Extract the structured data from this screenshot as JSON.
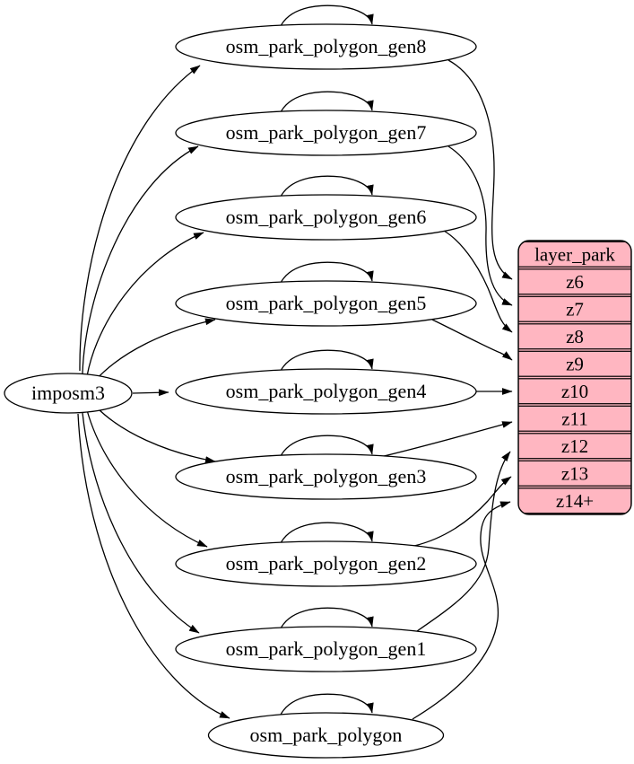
{
  "diagram_type": "etl-dependency-graph",
  "source_node": {
    "label": "imposm3"
  },
  "table_nodes": [
    {
      "label": "osm_park_polygon_gen8"
    },
    {
      "label": "osm_park_polygon_gen7"
    },
    {
      "label": "osm_park_polygon_gen6"
    },
    {
      "label": "osm_park_polygon_gen5"
    },
    {
      "label": "osm_park_polygon_gen4"
    },
    {
      "label": "osm_park_polygon_gen3"
    },
    {
      "label": "osm_park_polygon_gen2"
    },
    {
      "label": "osm_park_polygon_gen1"
    },
    {
      "label": "osm_park_polygon"
    }
  ],
  "layer_node": {
    "title": "layer_park",
    "rows": [
      "z6",
      "z7",
      "z8",
      "z9",
      "z10",
      "z11",
      "z12",
      "z13",
      "z14+"
    ]
  },
  "edges": {
    "from_source": [
      {
        "from": "imposm3",
        "to": "osm_park_polygon_gen8"
      },
      {
        "from": "imposm3",
        "to": "osm_park_polygon_gen7"
      },
      {
        "from": "imposm3",
        "to": "osm_park_polygon_gen6"
      },
      {
        "from": "imposm3",
        "to": "osm_park_polygon_gen5"
      },
      {
        "from": "imposm3",
        "to": "osm_park_polygon_gen4"
      },
      {
        "from": "imposm3",
        "to": "osm_park_polygon_gen3"
      },
      {
        "from": "imposm3",
        "to": "osm_park_polygon_gen2"
      },
      {
        "from": "imposm3",
        "to": "osm_park_polygon_gen1"
      },
      {
        "from": "imposm3",
        "to": "osm_park_polygon"
      }
    ],
    "self_loops": [
      "osm_park_polygon_gen8",
      "osm_park_polygon_gen7",
      "osm_park_polygon_gen6",
      "osm_park_polygon_gen5",
      "osm_park_polygon_gen4",
      "osm_park_polygon_gen3",
      "osm_park_polygon_gen2",
      "osm_park_polygon_gen1",
      "osm_park_polygon"
    ],
    "to_layer": [
      {
        "from": "osm_park_polygon_gen8",
        "row": "z6"
      },
      {
        "from": "osm_park_polygon_gen7",
        "row": "z7"
      },
      {
        "from": "osm_park_polygon_gen6",
        "row": "z8"
      },
      {
        "from": "osm_park_polygon_gen5",
        "row": "z9"
      },
      {
        "from": "osm_park_polygon_gen4",
        "row": "z10"
      },
      {
        "from": "osm_park_polygon_gen3",
        "row": "z11"
      },
      {
        "from": "osm_park_polygon_gen2",
        "row": "z13"
      },
      {
        "from": "osm_park_polygon_gen1",
        "row": "z12"
      },
      {
        "from": "osm_park_polygon",
        "row": "z14+"
      }
    ]
  },
  "colors": {
    "layer_fill": "#ffb6c1",
    "node_fill": "#ffffff",
    "stroke": "#000000",
    "text": "#000000",
    "background": "#ffffff"
  }
}
